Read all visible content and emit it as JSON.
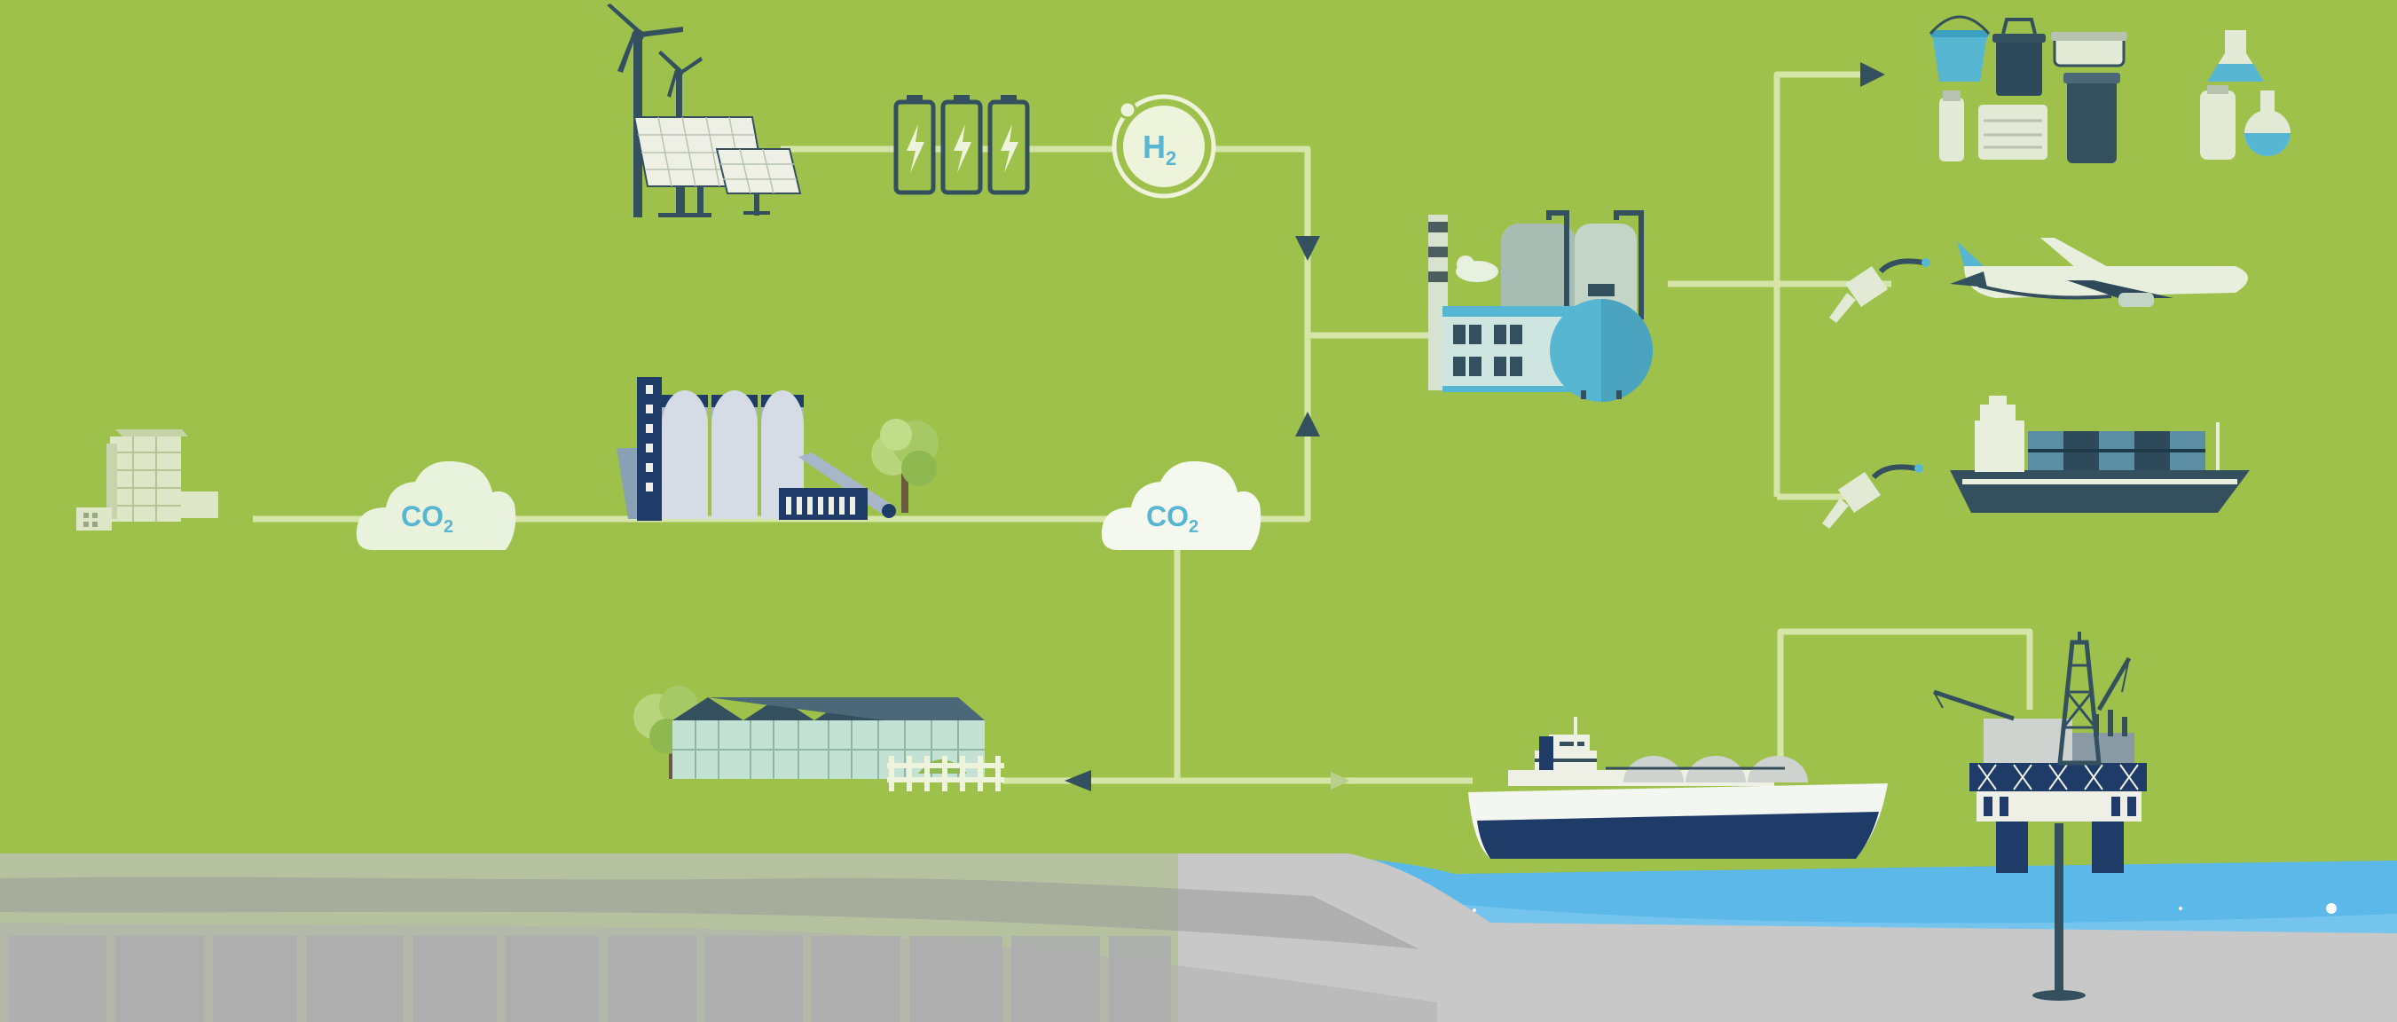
{
  "diagram": {
    "clouds": [
      {
        "label": "CO",
        "sub": "2"
      },
      {
        "label": "CO",
        "sub": "2"
      }
    ],
    "hydrogen": {
      "label": "H",
      "sub": "2"
    },
    "colors": {
      "background": "#9dc14a",
      "line": "#d6e6a8",
      "arrow": "#34505f",
      "accent": "#57b6d1",
      "navy": "#1f3c68",
      "ground": "#c8c8c8",
      "sea": "#5bb8e8"
    },
    "icons": [
      "wind-turbine-icon",
      "solar-panel-icon",
      "battery-icon",
      "hydrogen-icon",
      "refinery-icon",
      "plastic-products-icon",
      "lab-flask-icon",
      "fuel-nozzle-icon",
      "airplane-icon",
      "container-ship-icon",
      "concrete-blocks-icon",
      "cement-plant-icon",
      "tree-icon",
      "greenhouse-icon",
      "lng-carrier-icon",
      "offshore-platform-icon"
    ]
  }
}
